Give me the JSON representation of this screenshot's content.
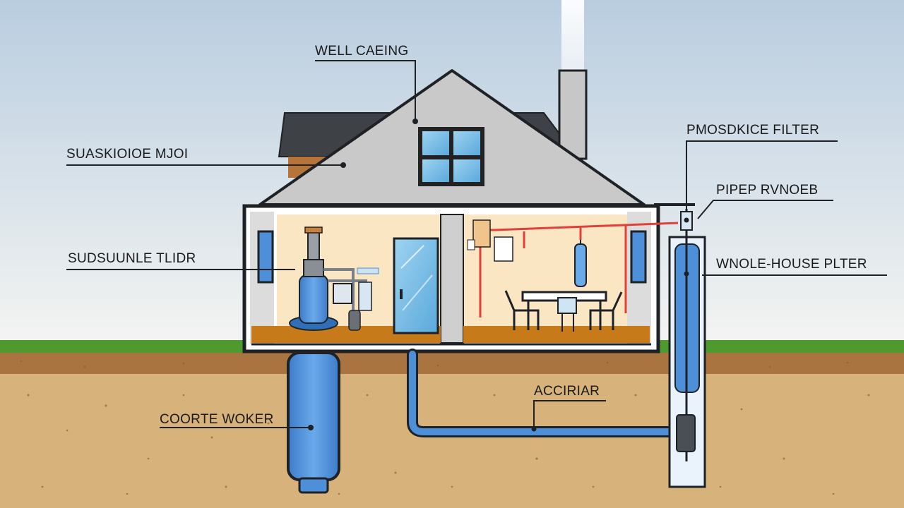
{
  "colors": {
    "sky_top": "#b9cde0",
    "sky_bottom": "#f2f4f3",
    "grass": "#4e9a2e",
    "soil_top": "#a9743f",
    "soil": "#d7b27b",
    "roof": "#c7c7c7",
    "roof_back": "#3e4246",
    "wall_interior": "#fbe6c4",
    "floor": "#c77a1a",
    "water_blue": "#4d8fd8",
    "pipe_red": "#e0403a",
    "outline": "#1e2226"
  },
  "labels": {
    "well_casing": "WELL CAEING",
    "top_left": "SUASKIOIOE MJOI",
    "mid_left": "SUDSUUNLE TLIDR",
    "bottom_left": "COORTE WOKER",
    "top_right": "PMOSDKICE FILTER",
    "pipe_right": "PIPEP RVNOEB",
    "whole_house": "WNOLE-HOUSE PLTER",
    "bottom_mid": "ACCIRIAR"
  }
}
